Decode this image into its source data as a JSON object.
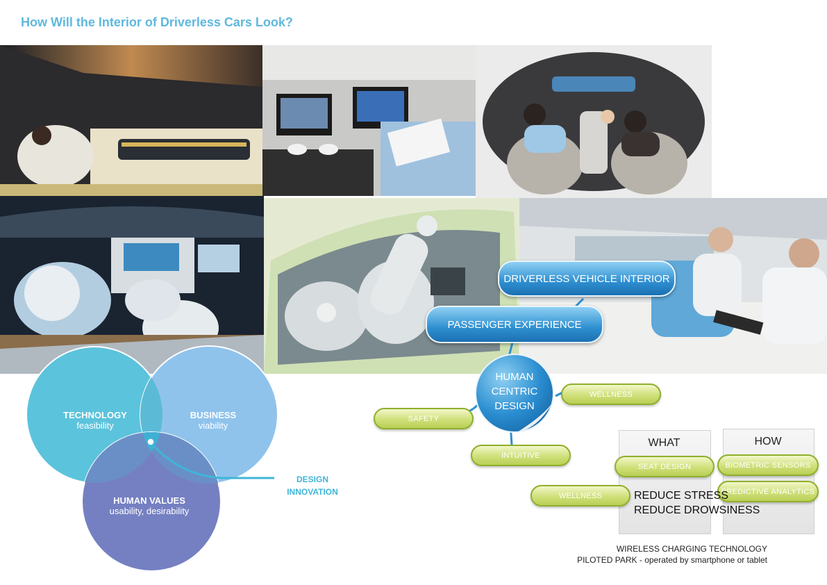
{
  "title": "How Will the Interior of Driverless Cars Look?",
  "photos": [
    {
      "name": "photo-man-reading-car"
    },
    {
      "name": "photo-regus-office-car"
    },
    {
      "name": "photo-couple-topdown-car"
    },
    {
      "name": "photo-lounge-concept-car"
    },
    {
      "name": "photo-cutaway-mannequins-car"
    },
    {
      "name": "photo-passengers-laptop-car"
    }
  ],
  "hierarchy": {
    "top": "DRIVERLESS VEHICLE INTERIOR",
    "middle": "PASSENGER EXPERIENCE",
    "center": [
      "HUMAN",
      "CENTRIC",
      "DESIGN"
    ]
  },
  "pills": {
    "wellness_top": "WELLNESS",
    "safety": "SAFETY",
    "intuitive": "INTUITIVE",
    "seat_design": "SEAT DESIGN",
    "biometric": "BIOMETRIC SENSORS",
    "predictive": "PREDICTIVE ANALYTICS",
    "wellness_bottom": "WELLNESS"
  },
  "columns": {
    "what": "WHAT",
    "how": "HOW"
  },
  "reduce": [
    "REDUCE STRESS",
    "REDUCE DROWSINESS"
  ],
  "notes": [
    "WIRELESS CHARGING TECHNOLOGY",
    "PILOTED PARK - operated by smartphone or tablet"
  ],
  "venn": {
    "technology": {
      "title": "TECHNOLOGY",
      "sub": "feasibility"
    },
    "business": {
      "title": "BUSINESS",
      "sub": "viability"
    },
    "human": {
      "title": "HUMAN VALUES",
      "sub": "usability, desirability"
    },
    "callout": [
      "DESIGN",
      "INNOVATION"
    ],
    "colors": {
      "technology": "#5cc3dc",
      "business": "#8fc3ec",
      "human": "#7580c2",
      "callout": "#3fb5d8"
    }
  }
}
